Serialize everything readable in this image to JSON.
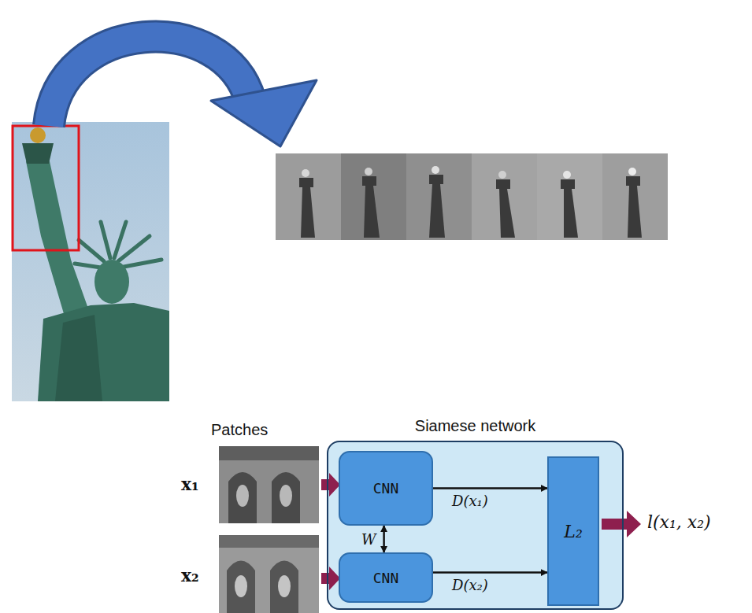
{
  "diagram": {
    "nodes": [
      {
        "text": [
          "Siamese network"
        ]
      },
      {
        "text": [
          "CNN"
        ],
        "in": 0
      },
      {
        "text": [
          "CNN"
        ],
        "in": 0
      },
      {
        "text": [
          "L₂"
        ],
        "in": 0
      }
    ],
    "edges": [
      {
        "from": 1,
        "to": 3,
        "arrow": "to",
        "label": "D(x₁)"
      },
      {
        "from": 2,
        "to": 3,
        "arrow": "to",
        "label": "D(x₂)"
      },
      {
        "from": 1,
        "to": 2,
        "arrow": "both",
        "label": "W"
      }
    ],
    "labels": [
      "Patches",
      "x₁",
      "x₂",
      "l(x₁, x₂)"
    ]
  }
}
